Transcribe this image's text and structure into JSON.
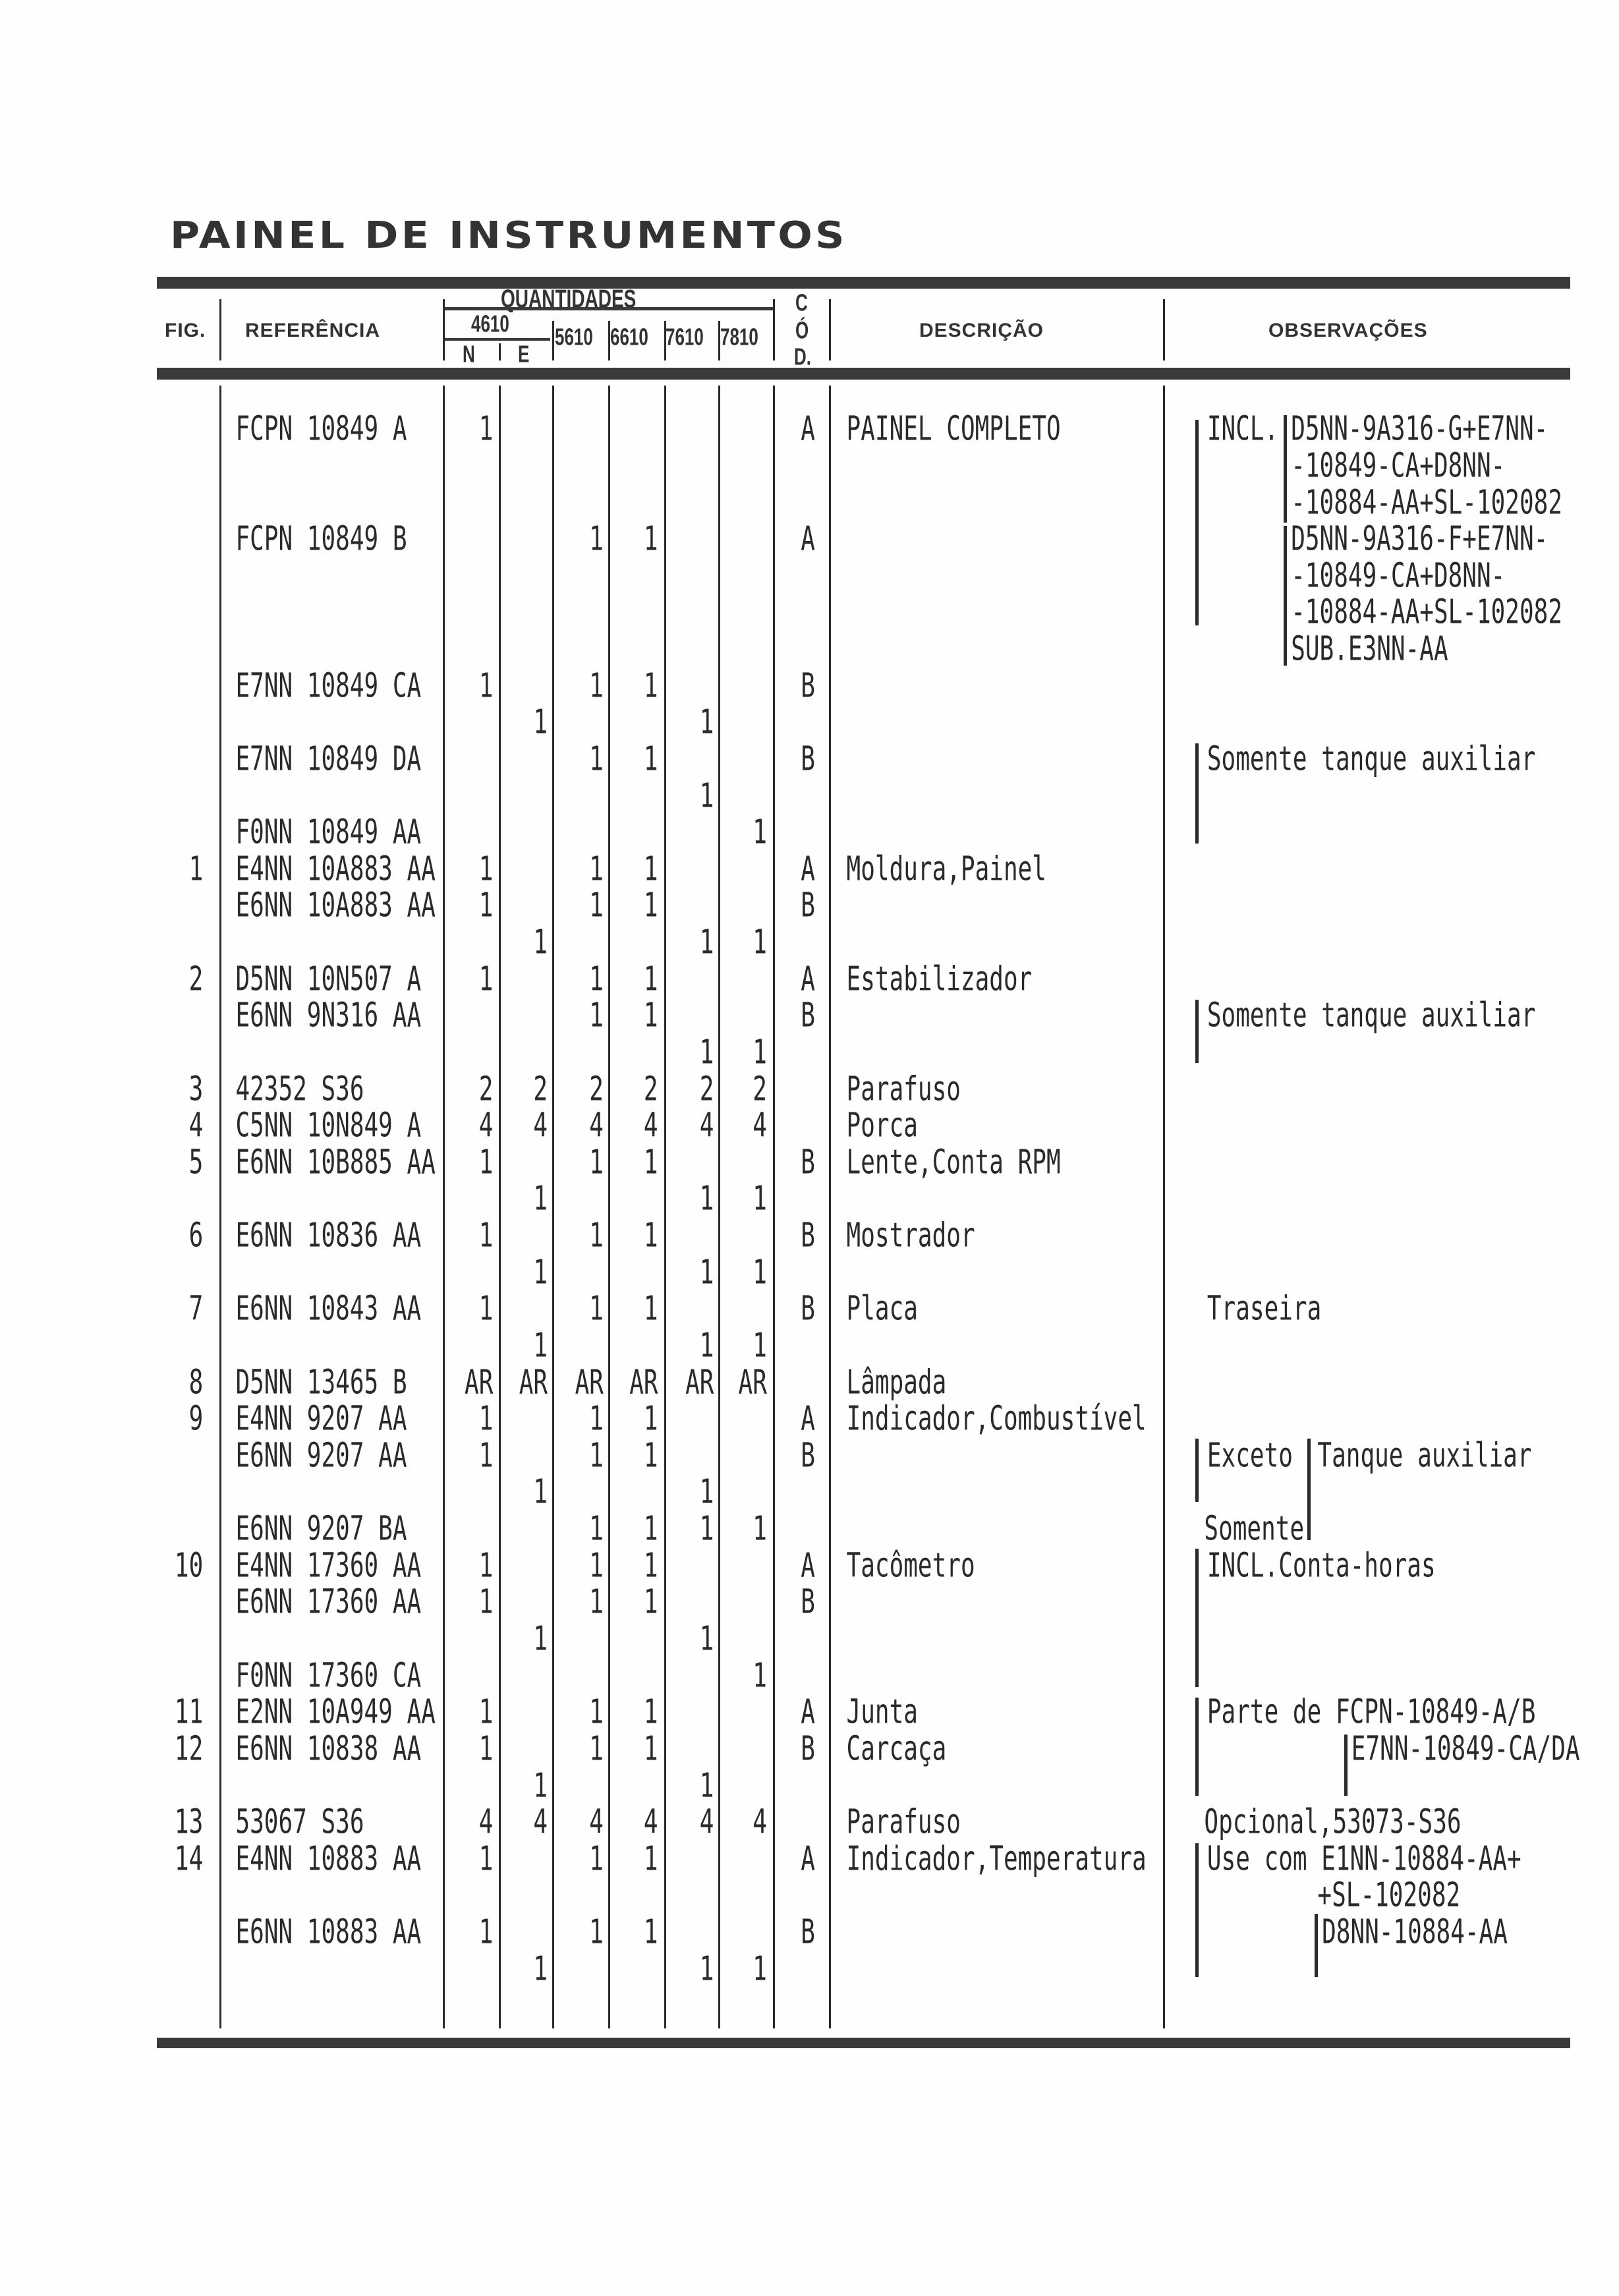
{
  "title": "PAINEL DE INSTRUMENTOS",
  "header": {
    "fig": "FIG.",
    "referencia": "REFERÊNCIA",
    "quantidades": "QUANTIDADES",
    "model_4610": "4610",
    "n": "N",
    "e": "E",
    "models": [
      "5610",
      "6610",
      "7610",
      "7810"
    ],
    "cod": [
      "C",
      "Ó",
      "D."
    ],
    "descricao": "DESCRIÇÃO",
    "observacoes": "OBSERVAÇÕES"
  },
  "rows": [
    {
      "fig": "",
      "ref": "FCPN 10849 A",
      "q": [
        "1",
        "",
        "",
        "",
        "",
        ""
      ],
      "cod": "A",
      "desc": "PAINEL COMPLETO"
    },
    {
      "fig": "",
      "ref": "FCPN 10849 B",
      "q": [
        "",
        "",
        "1",
        "1",
        "",
        ""
      ],
      "cod": "A",
      "desc": ""
    },
    {
      "fig": "",
      "ref": "E7NN 10849 CA",
      "q": [
        "1",
        "",
        "1",
        "1",
        "",
        ""
      ],
      "cod": "B",
      "desc": ""
    },
    {
      "fig": "",
      "ref": "",
      "q": [
        "",
        "1",
        "",
        "",
        "1",
        ""
      ],
      "cod": "",
      "desc": ""
    },
    {
      "fig": "",
      "ref": "E7NN 10849 DA",
      "q": [
        "",
        "",
        "1",
        "1",
        "",
        ""
      ],
      "cod": "B",
      "desc": ""
    },
    {
      "fig": "",
      "ref": "",
      "q": [
        "",
        "",
        "",
        "",
        "1",
        ""
      ],
      "cod": "",
      "desc": ""
    },
    {
      "fig": "",
      "ref": "F0NN 10849 AA",
      "q": [
        "",
        "",
        "",
        "",
        "",
        "1"
      ],
      "cod": "",
      "desc": ""
    },
    {
      "fig": "1",
      "ref": "E4NN 10A883 AA",
      "q": [
        "1",
        "",
        "1",
        "1",
        "",
        ""
      ],
      "cod": "A",
      "desc": "Moldura,Painel"
    },
    {
      "fig": "",
      "ref": "E6NN 10A883 AA",
      "q": [
        "1",
        "",
        "1",
        "1",
        "",
        ""
      ],
      "cod": "B",
      "desc": ""
    },
    {
      "fig": "",
      "ref": "",
      "q": [
        "",
        "1",
        "",
        "",
        "1",
        "1"
      ],
      "cod": "",
      "desc": ""
    },
    {
      "fig": "2",
      "ref": "D5NN 10N507 A",
      "q": [
        "1",
        "",
        "1",
        "1",
        "",
        ""
      ],
      "cod": "A",
      "desc": "Estabilizador"
    },
    {
      "fig": "",
      "ref": "E6NN 9N316 AA",
      "q": [
        "",
        "",
        "1",
        "1",
        "",
        ""
      ],
      "cod": "B",
      "desc": ""
    },
    {
      "fig": "",
      "ref": "",
      "q": [
        "",
        "",
        "",
        "",
        "1",
        "1"
      ],
      "cod": "",
      "desc": ""
    },
    {
      "fig": "3",
      "ref": "42352 S36",
      "q": [
        "2",
        "2",
        "2",
        "2",
        "2",
        "2"
      ],
      "cod": "",
      "desc": "Parafuso"
    },
    {
      "fig": "4",
      "ref": "C5NN 10N849 A",
      "q": [
        "4",
        "4",
        "4",
        "4",
        "4",
        "4"
      ],
      "cod": "",
      "desc": "Porca"
    },
    {
      "fig": "5",
      "ref": "E6NN 10B885 AA",
      "q": [
        "1",
        "",
        "1",
        "1",
        "",
        ""
      ],
      "cod": "B",
      "desc": "Lente,Conta RPM"
    },
    {
      "fig": "",
      "ref": "",
      "q": [
        "",
        "1",
        "",
        "",
        "1",
        "1"
      ],
      "cod": "",
      "desc": ""
    },
    {
      "fig": "6",
      "ref": "E6NN 10836 AA",
      "q": [
        "1",
        "",
        "1",
        "1",
        "",
        ""
      ],
      "cod": "B",
      "desc": "Mostrador"
    },
    {
      "fig": "",
      "ref": "",
      "q": [
        "",
        "1",
        "",
        "",
        "1",
        "1"
      ],
      "cod": "",
      "desc": ""
    },
    {
      "fig": "7",
      "ref": "E6NN 10843 AA",
      "q": [
        "1",
        "",
        "1",
        "1",
        "",
        ""
      ],
      "cod": "B",
      "desc": "Placa"
    },
    {
      "fig": "",
      "ref": "",
      "q": [
        "",
        "1",
        "",
        "",
        "1",
        "1"
      ],
      "cod": "",
      "desc": ""
    },
    {
      "fig": "8",
      "ref": "D5NN 13465 B",
      "q": [
        "AR",
        "AR",
        "AR",
        "AR",
        "AR",
        "AR"
      ],
      "cod": "",
      "desc": "Lâmpada"
    },
    {
      "fig": "9",
      "ref": "E4NN 9207 AA",
      "q": [
        "1",
        "",
        "1",
        "1",
        "",
        ""
      ],
      "cod": "A",
      "desc": "Indicador,Combustível"
    },
    {
      "fig": "",
      "ref": "E6NN 9207 AA",
      "q": [
        "1",
        "",
        "1",
        "1",
        "",
        ""
      ],
      "cod": "B",
      "desc": ""
    },
    {
      "fig": "",
      "ref": "",
      "q": [
        "",
        "1",
        "",
        "",
        "1",
        ""
      ],
      "cod": "",
      "desc": ""
    },
    {
      "fig": "",
      "ref": "E6NN 9207 BA",
      "q": [
        "",
        "",
        "1",
        "1",
        "1",
        "1"
      ],
      "cod": "",
      "desc": ""
    },
    {
      "fig": "10",
      "ref": "E4NN 17360 AA",
      "q": [
        "1",
        "",
        "1",
        "1",
        "",
        ""
      ],
      "cod": "A",
      "desc": "Tacômetro"
    },
    {
      "fig": "",
      "ref": "E6NN 17360 AA",
      "q": [
        "1",
        "",
        "1",
        "1",
        "",
        ""
      ],
      "cod": "B",
      "desc": ""
    },
    {
      "fig": "",
      "ref": "",
      "q": [
        "",
        "1",
        "",
        "",
        "1",
        ""
      ],
      "cod": "",
      "desc": ""
    },
    {
      "fig": "",
      "ref": "F0NN 17360 CA",
      "q": [
        "",
        "",
        "",
        "",
        "",
        "1"
      ],
      "cod": "",
      "desc": ""
    },
    {
      "fig": "11",
      "ref": "E2NN 10A949 AA",
      "q": [
        "1",
        "",
        "1",
        "1",
        "",
        ""
      ],
      "cod": "A",
      "desc": "Junta"
    },
    {
      "fig": "12",
      "ref": "E6NN 10838 AA",
      "q": [
        "1",
        "",
        "1",
        "1",
        "",
        ""
      ],
      "cod": "B",
      "desc": "Carcaça"
    },
    {
      "fig": "",
      "ref": "",
      "q": [
        "",
        "1",
        "",
        "",
        "1",
        ""
      ],
      "cod": "",
      "desc": ""
    },
    {
      "fig": "13",
      "ref": "53067 S36",
      "q": [
        "4",
        "4",
        "4",
        "4",
        "4",
        "4"
      ],
      "cod": "",
      "desc": "Parafuso"
    },
    {
      "fig": "14",
      "ref": "E4NN 10883 AA",
      "q": [
        "1",
        "",
        "1",
        "1",
        "",
        ""
      ],
      "cod": "A",
      "desc": "Indicador,Temperatura"
    },
    {
      "fig": "",
      "ref": "E6NN 10883 AA",
      "q": [
        "1",
        "",
        "1",
        "1",
        "",
        ""
      ],
      "cod": "B",
      "desc": ""
    },
    {
      "fig": "",
      "ref": "",
      "q": [
        "",
        "1",
        "",
        "",
        "1",
        "1"
      ],
      "cod": "",
      "desc": ""
    }
  ],
  "observations": [
    {
      "lines": [
        "INCL."
      ]
    },
    {
      "lines": [
        "D5NN-9A316-G+E7NN-",
        "-10849-CA+D8NN-",
        "-10884-AA+SL-102082"
      ]
    },
    {
      "lines": [
        "D5NN-9A316-F+E7NN-",
        "-10849-CA+D8NN-",
        "-10884-AA+SL-102082",
        "SUB.E3NN-AA"
      ]
    },
    {
      "lines": [
        "Somente tanque auxiliar"
      ]
    },
    {
      "lines": [
        "Somente tanque auxiliar"
      ]
    },
    {
      "lines": [
        "Traseira"
      ]
    },
    {
      "lines": [
        "Exceto"
      ]
    },
    {
      "lines": [
        "Tanque auxiliar"
      ]
    },
    {
      "lines": [
        "Somente"
      ]
    },
    {
      "lines": [
        "INCL.Conta-horas"
      ]
    },
    {
      "lines": [
        "Parte de FCPN-10849-A/B"
      ]
    },
    {
      "lines": [
        "E7NN-10849-CA/DA"
      ]
    },
    {
      "lines": [
        "Opcional,53073-S36"
      ]
    },
    {
      "lines": [
        "Use com E1NN-10884-AA+"
      ]
    },
    {
      "lines": [
        "+SL-102082"
      ]
    },
    {
      "lines": [
        "D8NN-10884-AA"
      ]
    }
  ]
}
